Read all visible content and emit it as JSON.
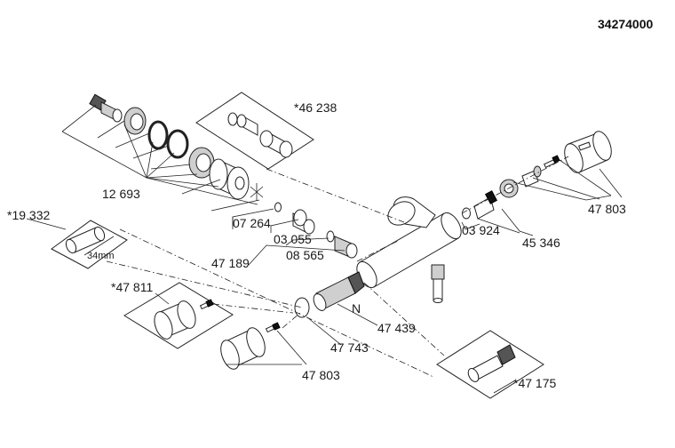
{
  "document_number": "34274000",
  "labels": {
    "p46238": "*46 238",
    "p12693": "12 693",
    "p07264": "07 264",
    "p03055": "03 055",
    "p08565": "08 565",
    "p47189": "47 189",
    "p19332": "*19 332",
    "p34mm": "34mm",
    "p47811": "*47 811",
    "pN": "N",
    "p47439": "47 439",
    "p47743": "47 743",
    "p47803a": "47 803",
    "p47803b": "47 803",
    "p03924": "03 924",
    "p45346": "45 346",
    "p47175": "*47 175"
  }
}
